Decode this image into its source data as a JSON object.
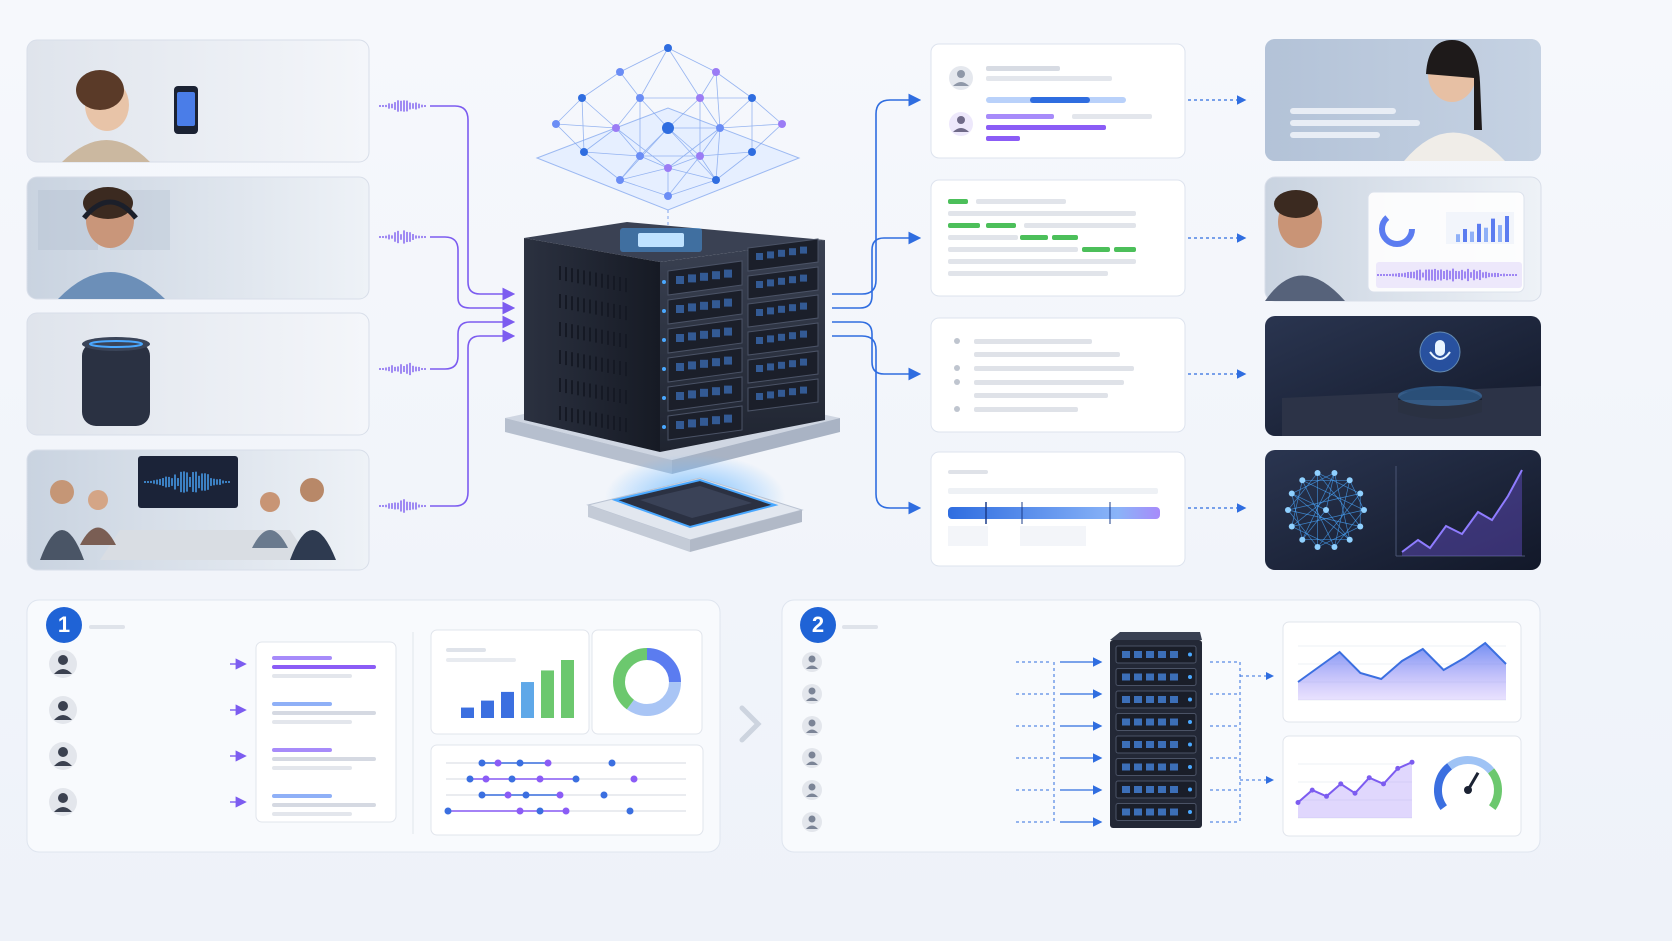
{
  "stage_badges": {
    "first": "1",
    "second": "2"
  },
  "colors": {
    "wave_blue": "#3b6fe0",
    "wave_purple": "#8b5cf6",
    "accent_green": "#4cbf5a",
    "dark_panel": "#1c2233",
    "server": "#2a2f3d",
    "glow": "#4aa8ff"
  },
  "icons": {
    "input_sources": [
      "woman-phone",
      "headset-agent",
      "smart-speaker",
      "meeting-room"
    ],
    "outputs": [
      "video-call-woman",
      "agent-analytics-dashboard",
      "microphone-smart-device",
      "neural-network-trend"
    ],
    "stage1_speakers": [
      "speaker",
      "speaker",
      "speaker",
      "speaker"
    ],
    "stage2_streams": [
      "stream",
      "stream",
      "stream",
      "stream",
      "stream",
      "stream"
    ]
  },
  "stage1_bar_chart_levels": [
    0.18,
    0.3,
    0.45,
    0.62,
    0.82,
    1.0
  ],
  "stage1_donut_shares": [
    0.25,
    0.35,
    0.4
  ],
  "stage2_gauge_level": 0.62,
  "stage2_area_chart_levels": [
    0.3,
    0.55,
    0.8,
    0.45,
    0.35,
    0.65,
    0.85,
    0.5,
    0.7,
    0.95,
    0.6
  ],
  "stage2_line_chart_levels": [
    0.25,
    0.45,
    0.35,
    0.55,
    0.4,
    0.65,
    0.55,
    0.8,
    0.9
  ]
}
